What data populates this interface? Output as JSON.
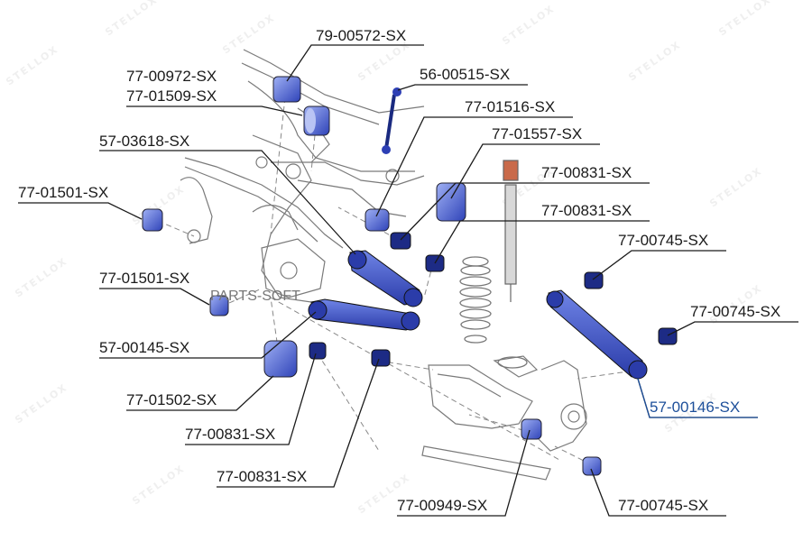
{
  "watermark": {
    "brand": "STELLOX",
    "center": "PARTS-SOFT"
  },
  "colors": {
    "part_fill": "#3d54c6",
    "part_light": "#8ea0ee",
    "label_line": "#1a1a1a",
    "highlight_label": "#1d4f9a",
    "sketch": "#777777"
  },
  "labels": [
    "79-00572-SX",
    "77-00972-SX",
    "77-01509-SX",
    "56-00515-SX",
    "77-01516-SX",
    "57-03618-SX",
    "77-01557-SX",
    "77-00831-SX",
    "77-01501-SX",
    "77-00831-SX",
    "77-00745-SX",
    "77-01501-SX",
    "77-00745-SX",
    "57-00145-SX",
    "57-00146-SX",
    "77-01502-SX",
    "77-00831-SX",
    "77-00831-SX",
    "77-00949-SX",
    "77-00745-SX"
  ]
}
